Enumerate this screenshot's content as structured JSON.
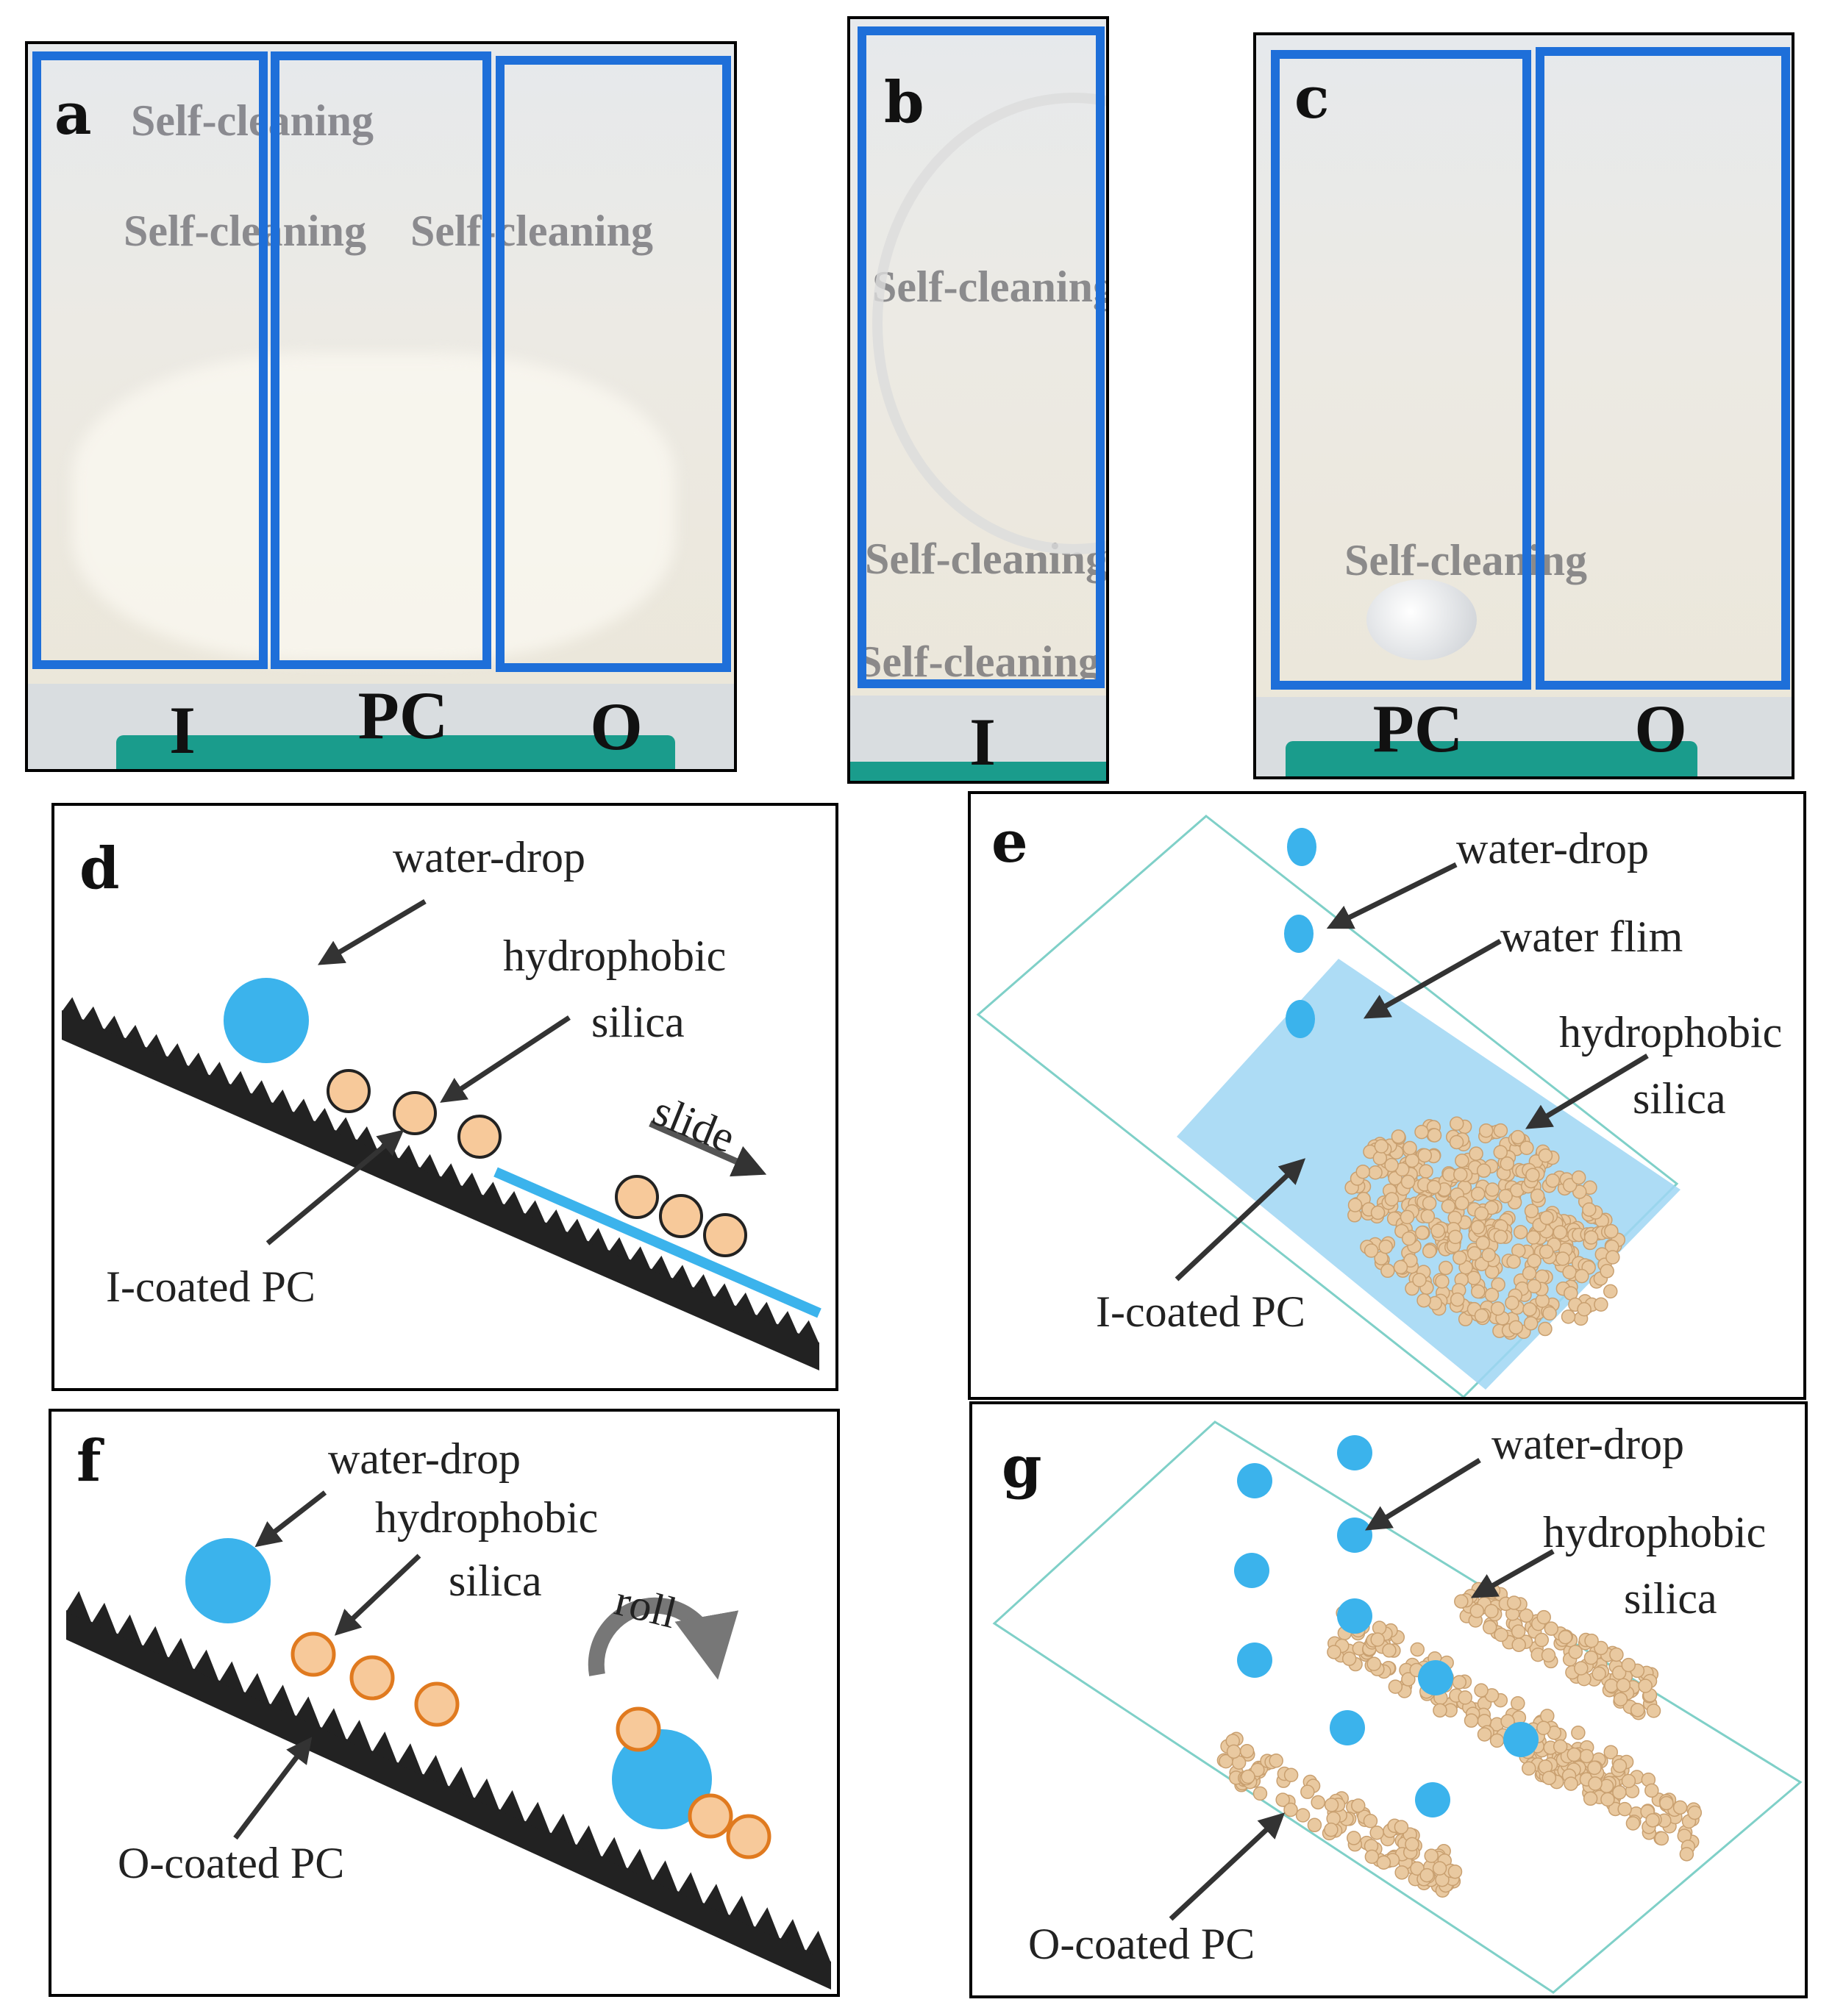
{
  "panel_a": {
    "letter": "a",
    "labels": [
      "I",
      "PC",
      "O"
    ],
    "photo_text": "Self-cleaning"
  },
  "panel_b": {
    "letter": "b",
    "labels": [
      "I"
    ],
    "photo_text": "Self-cleaning"
  },
  "panel_c": {
    "letter": "c",
    "labels": [
      "PC",
      "O"
    ],
    "photo_text": "Self-cleaning"
  },
  "panel_d": {
    "letter": "d",
    "water_drop": "water-drop",
    "hydrophobic": "hydrophobic",
    "silica": "silica",
    "slide": "slide",
    "substrate": "I-coated PC"
  },
  "panel_e": {
    "letter": "e",
    "water_drop": "water-drop",
    "water_film": "water flim",
    "hydrophobic": "hydrophobic",
    "silica": "silica",
    "substrate": "I-coated PC"
  },
  "panel_f": {
    "letter": "f",
    "water_drop": "water-drop",
    "hydrophobic": "hydrophobic",
    "silica": "silica",
    "roll": "roll",
    "substrate": "O-coated PC"
  },
  "panel_g": {
    "letter": "g",
    "water_drop": "water-drop",
    "hydrophobic": "hydrophobic",
    "silica": "silica",
    "substrate": "O-coated PC"
  },
  "colors": {
    "frame_blue": "#1e6fd9",
    "drop_blue": "#3bb3ec",
    "silica_fill": "#f7c99a",
    "silica_stroke": "#e07a1f",
    "film_blue": "#9fd6f3",
    "surface": "#222222",
    "holder_teal": "#1a9c8c"
  }
}
